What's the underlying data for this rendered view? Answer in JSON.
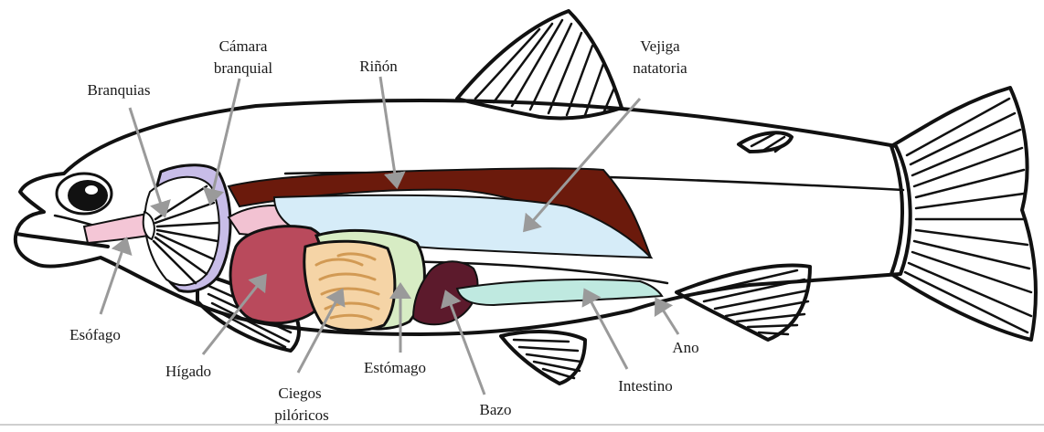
{
  "labels": {
    "branquias": "Branquias",
    "camara_l1": "Cámara",
    "camara_l2": "branquial",
    "rinon": "Riñón",
    "vejiga_l1": "Vejiga",
    "vejiga_l2": "natatoria",
    "esofago": "Esófago",
    "higado": "Hígado",
    "ciegos_l1": "Ciegos",
    "ciegos_l2": "pilóricos",
    "estomago": "Estómago",
    "bazo": "Bazo",
    "intestino": "Intestino",
    "ano": "Ano"
  },
  "colors": {
    "kidney": "#6b1a0c",
    "swim_bladder": "#d6ecf8",
    "liver": "#b94a5c",
    "pink_tissue": "#f2c2d2",
    "gill_chamber": "#c8bde8",
    "stomach": "#d7ecc4",
    "pyloric_caeca": "#f5d4a6",
    "spleen": "#5c1a2c",
    "intestine": "#bfe9e0",
    "esophagus": "#f4c6d6",
    "leader_line": "#9a9a9a"
  }
}
